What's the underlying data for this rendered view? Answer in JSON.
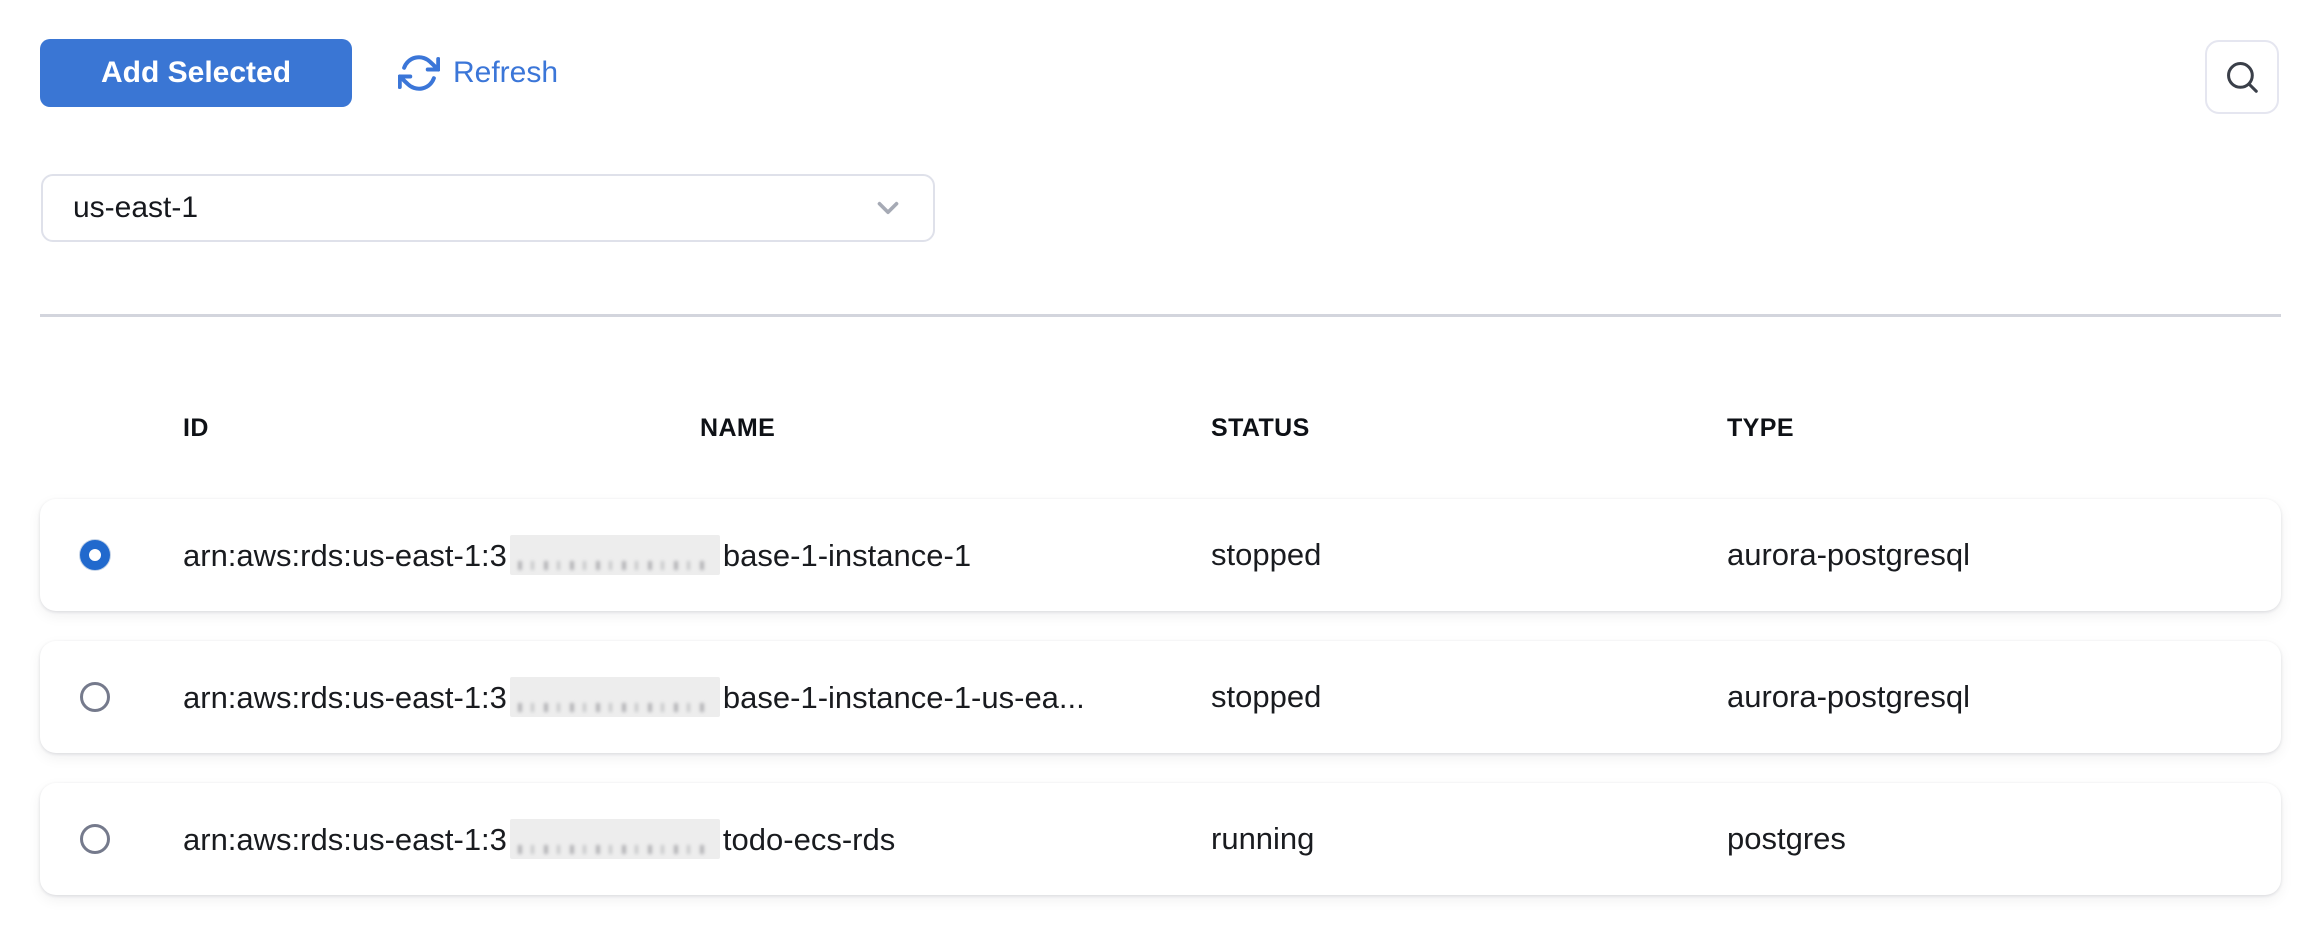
{
  "toolbar": {
    "add_selected_label": "Add Selected",
    "refresh_label": "Refresh",
    "accent_color": "#3a76d4",
    "link_color": "#3b76d8"
  },
  "region_select": {
    "value": "us-east-1"
  },
  "table": {
    "columns": [
      "ID",
      "NAME",
      "STATUS",
      "TYPE"
    ]
  },
  "rows": [
    {
      "selected": true,
      "id_prefix": "arn:aws:rds:us-east-1:3",
      "id_redacted": true,
      "id_suffix": "base-1-instance-1",
      "status": "stopped",
      "type": "aurora-postgresql"
    },
    {
      "selected": false,
      "id_prefix": "arn:aws:rds:us-east-1:3",
      "id_redacted": true,
      "id_suffix": "base-1-instance-1-us-ea...",
      "status": "stopped",
      "type": "aurora-postgresql"
    },
    {
      "selected": false,
      "id_prefix": "arn:aws:rds:us-east-1:3",
      "id_redacted": true,
      "id_suffix": "todo-ecs-rds",
      "status": "running",
      "type": "postgres"
    }
  ]
}
